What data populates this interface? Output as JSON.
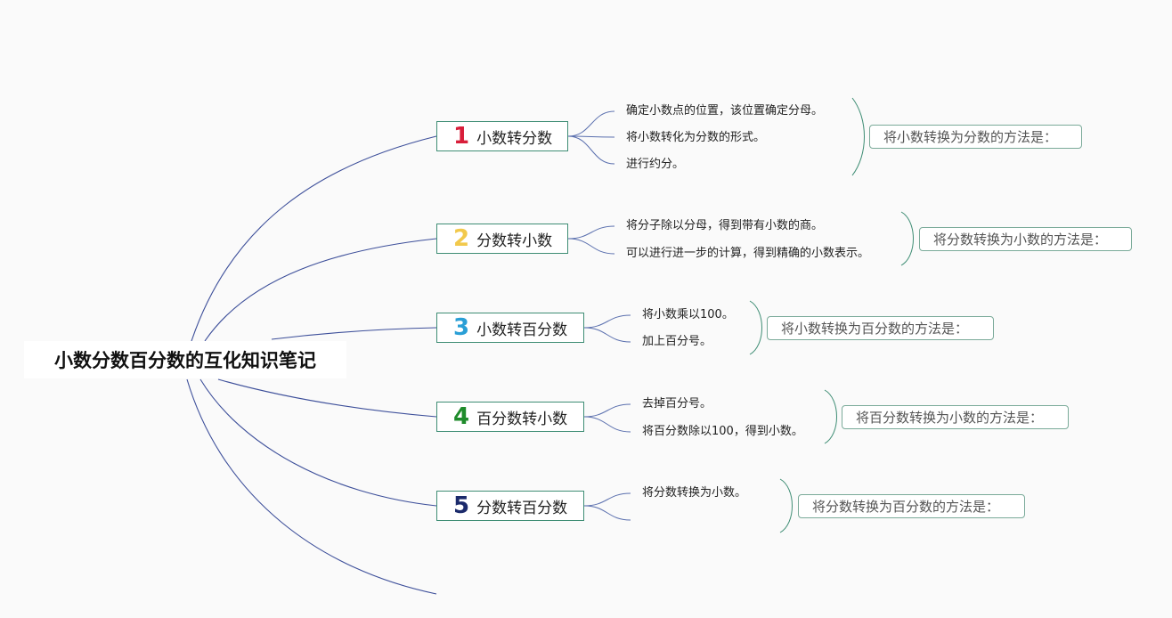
{
  "root": {
    "title": "小数分数百分数的互化知识笔记"
  },
  "branches": [
    {
      "number": "1",
      "number_color": "#d81e3a",
      "label": "小数转分数",
      "items": [
        "确定小数点的位置，该位置确定分母。",
        "将小数转化为分数的形式。",
        "进行约分。"
      ],
      "summary": "将小数转换为分数的方法是："
    },
    {
      "number": "2",
      "number_color": "#f2c94c",
      "label": "分数转小数",
      "items": [
        "将分子除以分母，得到带有小数的商。",
        "可以进行进一步的计算，得到精确的小数表示。"
      ],
      "summary": "将分数转换为小数的方法是："
    },
    {
      "number": "3",
      "number_color": "#2a9fd6",
      "label": "小数转百分数",
      "items": [
        "将小数乘以100。",
        "加上百分号。"
      ],
      "summary": "将小数转换为百分数的方法是："
    },
    {
      "number": "4",
      "number_color": "#1f8b2b",
      "label": "百分数转小数",
      "items": [
        "去掉百分号。",
        "将百分数除以100，得到小数。"
      ],
      "summary": "将百分数转换为小数的方法是："
    },
    {
      "number": "5",
      "number_color": "#1b2a6b",
      "label": "分数转百分数",
      "items": [
        "将分数转换为小数。",
        ""
      ],
      "summary": "将分数转换为百分数的方法是："
    }
  ],
  "colors": {
    "root_line": "#3d4f9a",
    "branch_line": "#5a6fae",
    "accent": "#3e8d74"
  }
}
